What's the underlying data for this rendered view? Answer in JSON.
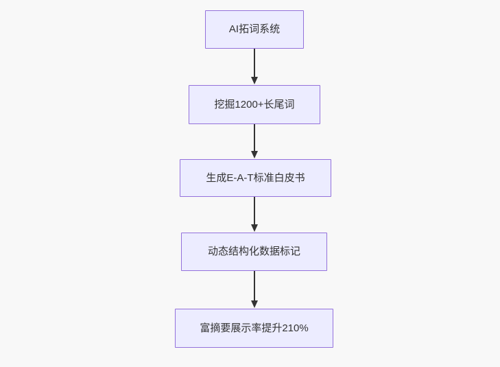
{
  "diagram": {
    "type": "flowchart-vertical",
    "direction": "top-down",
    "nodes": [
      {
        "id": "n1",
        "label": "AI拓词系统"
      },
      {
        "id": "n2",
        "label": "挖掘1200+长尾词"
      },
      {
        "id": "n3",
        "label": "生成E-A-T标准白皮书"
      },
      {
        "id": "n4",
        "label": "动态结构化数据标记"
      },
      {
        "id": "n5",
        "label": "富摘要展示率提升210%"
      }
    ],
    "edges": [
      {
        "from": "n1",
        "to": "n2",
        "style": "arrow-down"
      },
      {
        "from": "n2",
        "to": "n3",
        "style": "arrow-down"
      },
      {
        "from": "n3",
        "to": "n4",
        "style": "arrow-down"
      },
      {
        "from": "n4",
        "to": "n5",
        "style": "arrow-down"
      }
    ],
    "colors": {
      "node_fill": "#ECECFF",
      "node_border": "#9370DB",
      "arrow": "#333333",
      "text": "#333333",
      "background": "#F8F8F8"
    }
  }
}
